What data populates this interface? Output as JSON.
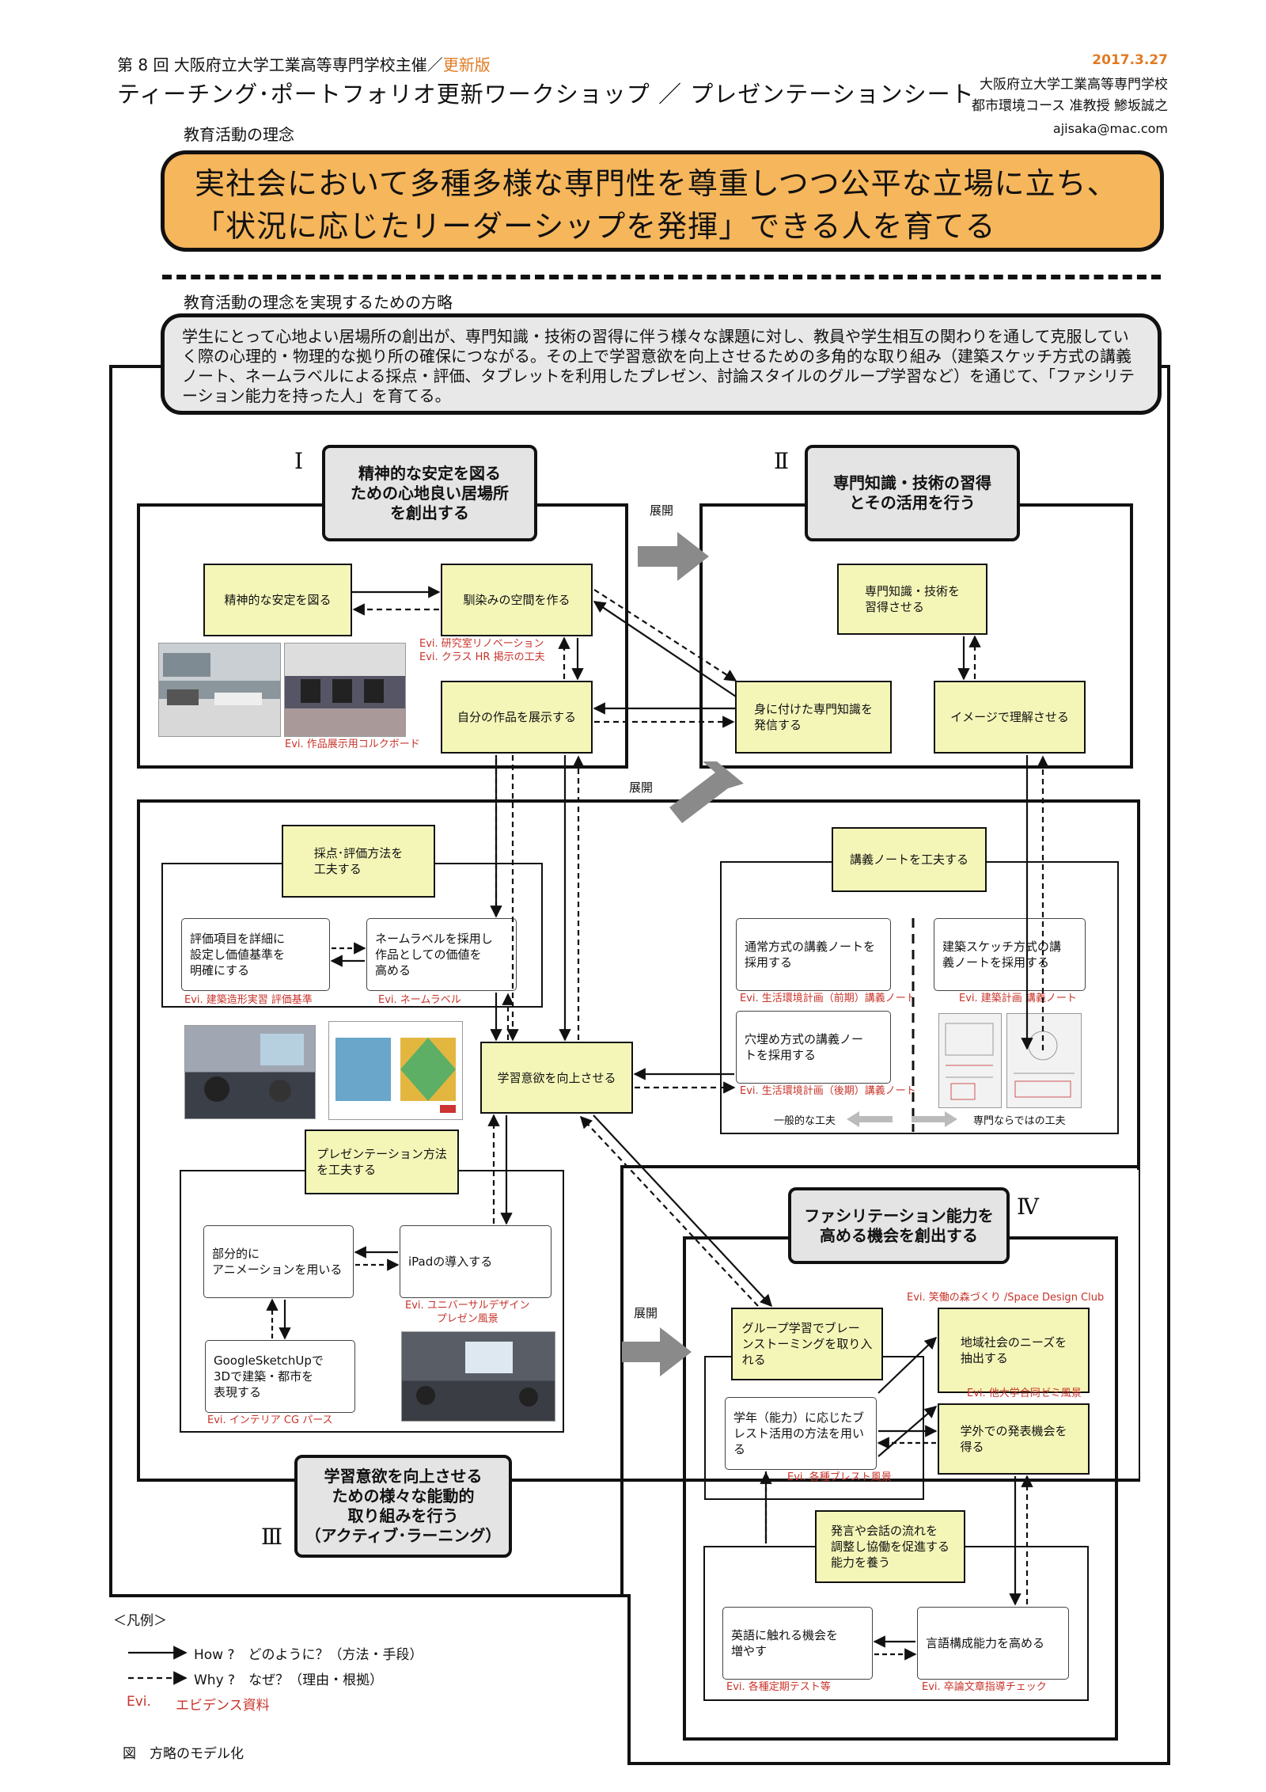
{
  "header": {
    "subtitle_main": "第 8 回 大阪府立大学工業高等専門学校主催／",
    "subtitle_update": "更新版",
    "title": "ティーチング･ポートフォリオ更新ワークショップ ／ プレゼンテーションシート",
    "date": "2017.3.27",
    "affiliation": "大阪府立大学工業高等専門学校\n都市環境コース 准教授 鯵坂誠之",
    "email": "ajisaka@mac.com"
  },
  "philosophy": {
    "label": "教育活動の理念",
    "text": "実社会において多種多様な専門性を尊重しつつ公平な立場に立ち、\n「状況に応じたリーダーシップを発揮」できる人を育てる"
  },
  "strategy": {
    "label": "教育活動の理念を実現するための方略",
    "text": "学生にとって心地よい居場所の創出が、専門知識・技術の習得に伴う様々な課題に対し、教員や学生相互の関わりを通して克服していく際の心理的・物理的な拠り所の確保につながる。その上で学習意欲を向上させるための多角的な取り組み（建築スケッチ方式の講義ノート、ネームラベルによる採点・評価、タブレットを利用したプレゼン、討論スタイルのグループ学習など）を通じて、「ファシリテーション能力を持った人」を育てる。"
  },
  "sections": {
    "s1": {
      "numeral": "Ⅰ",
      "title": "精神的な安定を図る\nための心地良い居場所\nを創出する"
    },
    "s2": {
      "numeral": "Ⅱ",
      "title": "専門知識・技術の習得\nとその活用を行う"
    },
    "s3": {
      "numeral": "Ⅲ",
      "title": "学習意欲を向上させる\nための様々な能動的\n取り組みを行う\n（アクティブ･ラーニング）"
    },
    "s4": {
      "numeral": "Ⅳ",
      "title": "ファシリテーション能力を\n高める機会を創出する"
    }
  },
  "tenkai": {
    "a": "展開",
    "b": "展開",
    "c": "展開"
  },
  "nodes": {
    "seishin": "精神的な安定を図る",
    "najimi": "馴染みの空間を作る",
    "sakuhin": "自分の作品を展示する",
    "senmon_shutoku": "専門知識・技術を\n習得させる",
    "hasshin": "身に付けた専門知識を\n発信する",
    "image_rikai": "イメージで理解させる",
    "saiten_title": "採点･評価方法を\n工夫する",
    "hyoka_komoku": "評価項目を詳細に\n設定し価値基準を\n明確にする",
    "name_label": "ネームラベルを採用し\n作品としての価値を\n高める",
    "kogi_title": "講義ノートを工夫する",
    "tsujo": "通常方式の講義ノートを\n採用する",
    "kenchiku_sketch": "建築スケッチ方式の講\n義ノートを採用する",
    "anaume": "穴埋め方式の講義ノー\nトを採用する",
    "gakushu_iyoku": "学習意欲を向上させる",
    "ippan": "一般的な工夫",
    "senmon_kufu": "専門ならではの工夫",
    "pres_title": "プレゼンテーション方法\nを工夫する",
    "anime": "部分的に\nアニメーションを用いる",
    "ipad": "iPadの導入する",
    "sketchup": "GoogleSketchUpで\n3Dで建築・都市を\n表現する",
    "group": "グループ学習でブレー\nンストーミングを取り入\nれる",
    "chiiki": "地域社会のニーズを\n抽出する",
    "gakunen": "学年（能力）に応じたブ\nレスト活用の方法を用い\nる",
    "gakugai": "学外での発表機会を\n得る",
    "hatsugen_title": "発言や会話の流れを\n調整し協働を促進する\n能力を養う",
    "eigo": "英語に触れる機会を\n増やす",
    "gengo": "言語構成能力を高める"
  },
  "evidence": {
    "e1": "Evi. 研究室リノベーション\nEvi. クラス HR 掲示の工夫",
    "e2": "Evi. 作品展示用コルクボード",
    "e3": "Evi. 建築造形実習 評価基準",
    "e4": "Evi. ネームラベル",
    "e5": "Evi. 生活環境計画（前期）講義ノート",
    "e6": "Evi. 生活環境計画（後期）講義ノート",
    "e7": "Evi. 建築計画 講義ノート",
    "e8": "Evi. ユニバーサルデザイン\nプレゼン風景",
    "e9": "Evi. インテリア CG パース",
    "e10": "Evi. 笑働の森づくり /Space Design Club",
    "e11": "Evi. 他大学合同ゼミ風景",
    "e12": "Evi. 各種ブレスト風景",
    "e13": "Evi. 各種定期テスト等",
    "e14": "Evi. 卒論文章指導チェック"
  },
  "legend": {
    "title": "＜凡例＞",
    "how": "How ?　どのように？（方法・手段）",
    "why": "Why ?　なぜ？（理由・根拠）",
    "evi_key": "Evi.",
    "evi_label": "エビデンス資料"
  },
  "caption": "図　方略のモデル化",
  "colors": {
    "philosophy_bg": "#f6b65b",
    "node_bg": "#f4f6b8",
    "title_bg": "#e4e4e4",
    "evidence": "#c8332a",
    "accent": "#e07b22"
  }
}
